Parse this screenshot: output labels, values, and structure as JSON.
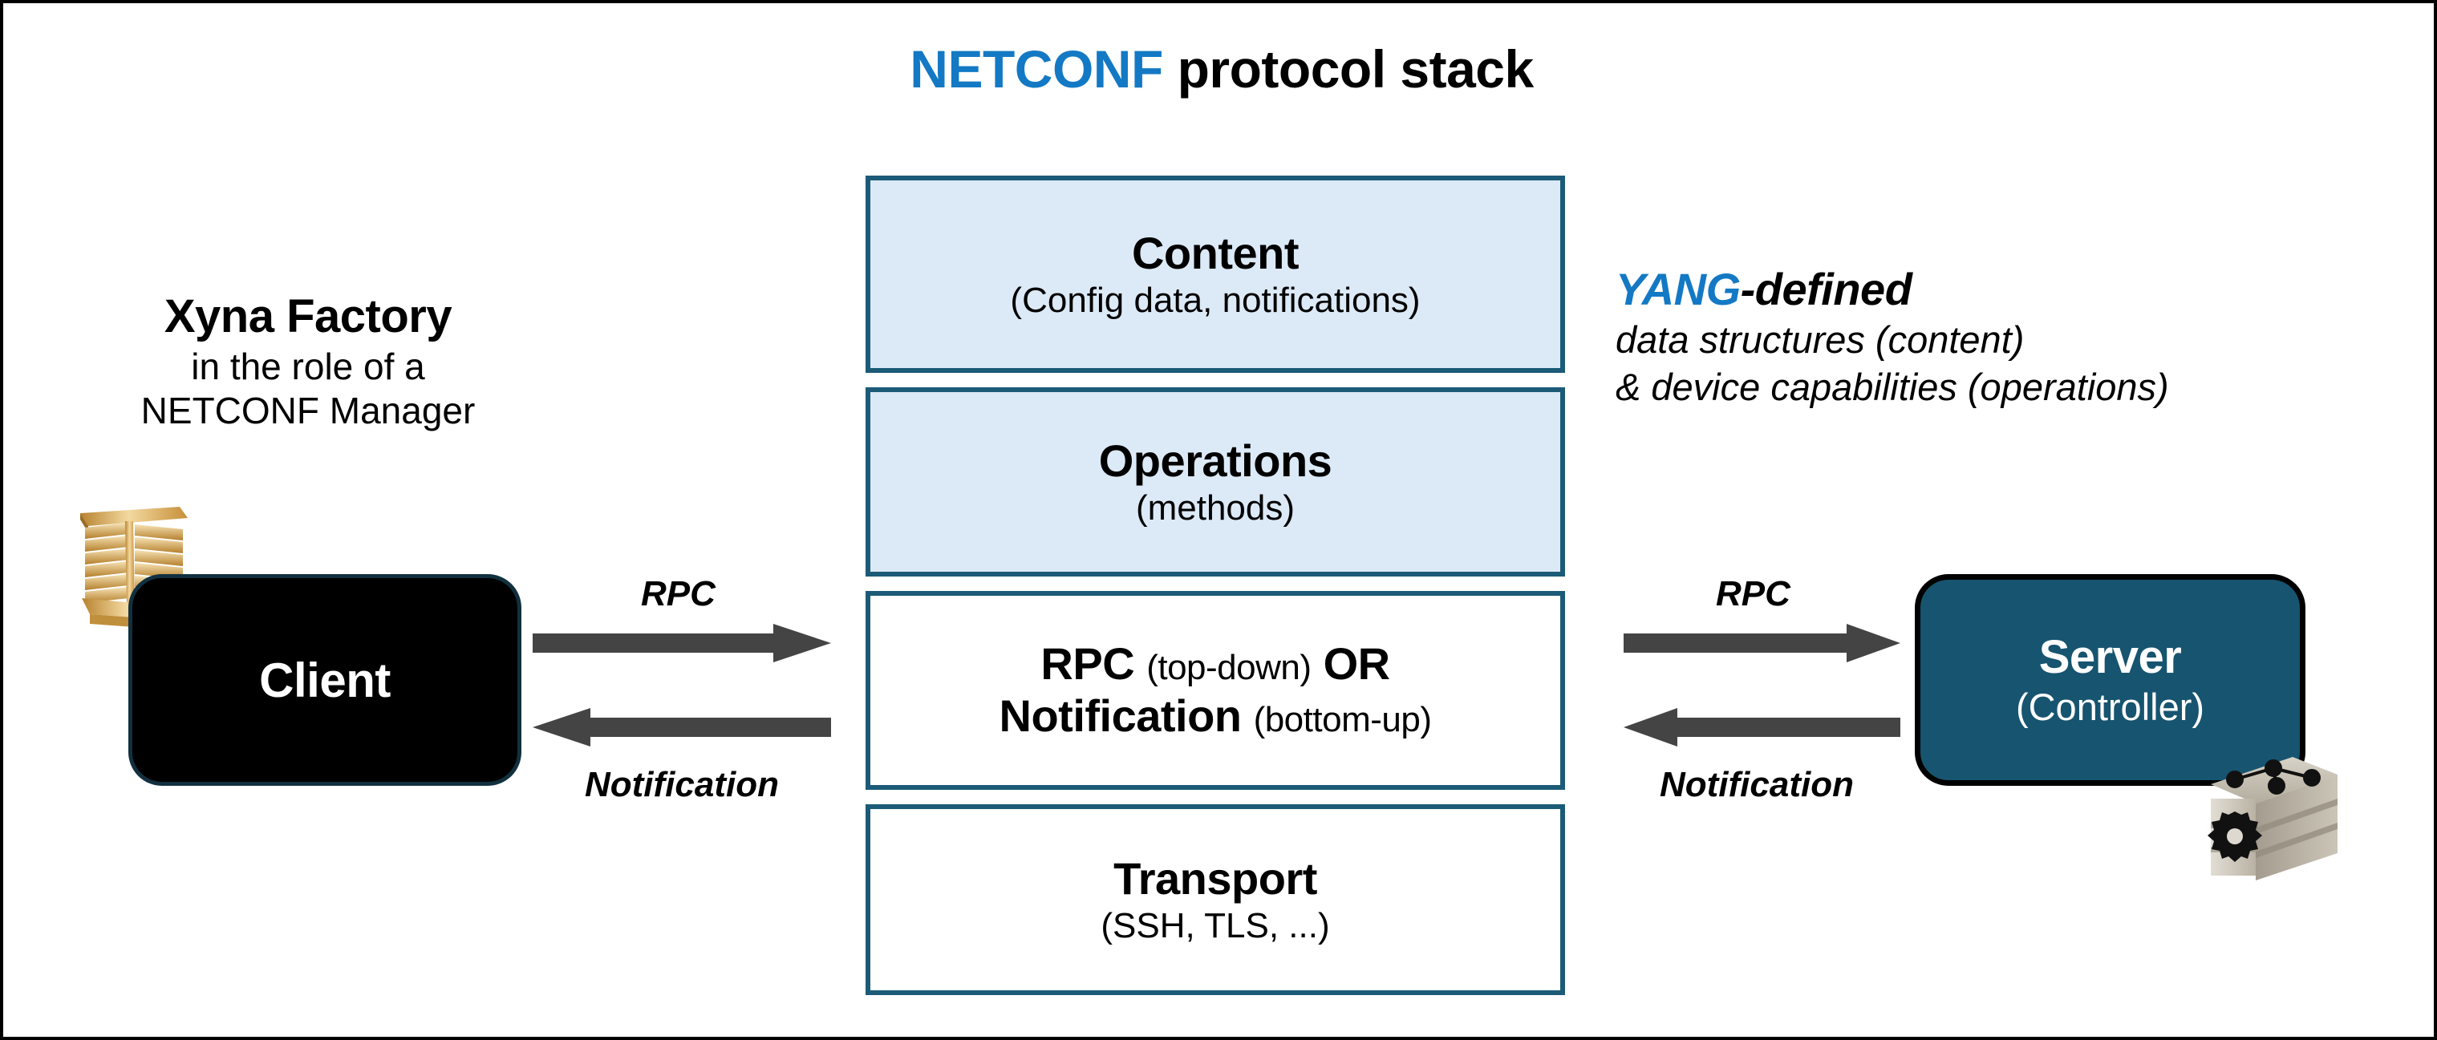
{
  "title": {
    "highlight": "NETCONF",
    "rest": " protocol stack"
  },
  "left_caption": {
    "line1": "Xyna Factory",
    "line2": "in the role of a",
    "line3": "NETCONF Manager"
  },
  "right_caption": {
    "line1_highlight": "YANG",
    "line1_rest": "-defined",
    "line2": "data structures (content)",
    "line3": "& device capabilities (operations)"
  },
  "client": {
    "label": "Client",
    "icon": "stacked-library-icon"
  },
  "server": {
    "label": "Server",
    "sublabel": "(Controller)",
    "icon": "server-gear-icon"
  },
  "stack": {
    "layers": [
      {
        "title": "Content",
        "sub": "(Config data, notifications)",
        "fill": "#dce9f6"
      },
      {
        "title": "Operations",
        "sub": "(methods)",
        "fill": "#dce9f6"
      },
      {
        "title_a": "RPC",
        "small_a": "(top-down)",
        "title_b": "OR",
        "title_c": "Notification",
        "small_c": "(bottom-up)",
        "fill": "#ffffff"
      },
      {
        "title": "Transport",
        "sub": "(SSH, TLS, ...)",
        "fill": "#ffffff"
      }
    ]
  },
  "arrows": {
    "left_top_label": "RPC",
    "left_bottom_label": "Notification",
    "right_top_label": "RPC",
    "right_bottom_label": "Notification",
    "color": "#444444"
  },
  "colors": {
    "accent_blue": "#1379c4",
    "stack_border": "#1c5b77",
    "stack_tint": "#dce9f6",
    "server_fill": "#17546f",
    "client_fill": "#000000"
  }
}
